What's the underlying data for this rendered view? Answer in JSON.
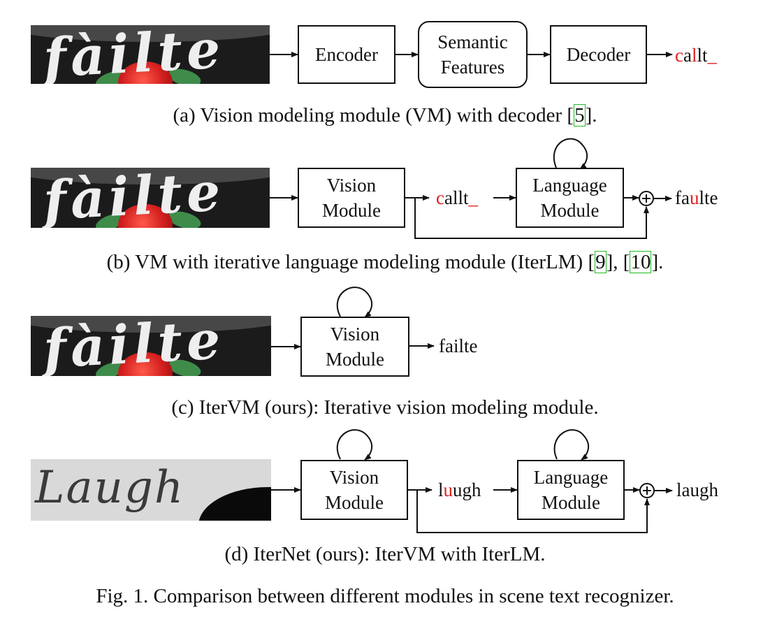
{
  "panel_a": {
    "image_word": "fàilte",
    "encoder": "Encoder",
    "semantic_line1": "Semantic",
    "semantic_line2": "Features",
    "decoder": "Decoder",
    "output": {
      "p1": "c",
      "p2": "a",
      "p3": "l",
      "p4": "lt",
      "p5": "_"
    },
    "caption_pre": "(a) Vision modeling module (VM) with decoder ",
    "caption_ref": "5",
    "caption_post": "]."
  },
  "panel_b": {
    "image_word": "fàilte",
    "vision_line1": "Vision",
    "vision_line2": "Module",
    "mid": {
      "p1": "c",
      "p2": "al",
      "p3": "lt",
      "p4": "_"
    },
    "lang_line1": "Language",
    "lang_line2": "Module",
    "plus": "+",
    "output": {
      "p1": "fa",
      "p2": "u",
      "p3": "lte"
    },
    "caption_pre": "(b) VM with iterative language modeling module (IterLM) ",
    "caption_ref1": "9",
    "caption_mid": "], [",
    "caption_ref2": "10",
    "caption_post": "]."
  },
  "panel_c": {
    "image_word": "fàilte",
    "vision_line1": "Vision",
    "vision_line2": "Module",
    "output": "failte",
    "caption": "(c) IterVM (ours): Iterative vision modeling module."
  },
  "panel_d": {
    "image_word": "Laugh",
    "vision_line1": "Vision",
    "vision_line2": "Module",
    "mid": {
      "p1": "l",
      "p2": "u",
      "p3": "ugh"
    },
    "lang_line1": "Language",
    "lang_line2": "Module",
    "plus": "+",
    "output": "laugh",
    "caption": "(d) IterNet (ours): IterVM with IterLM."
  },
  "figure_caption": "Fig. 1.  Comparison between different modules in scene text recognizer.",
  "colors": {
    "highlight": "#e02020",
    "ref_box": "#22bb22",
    "line": "#111111"
  }
}
